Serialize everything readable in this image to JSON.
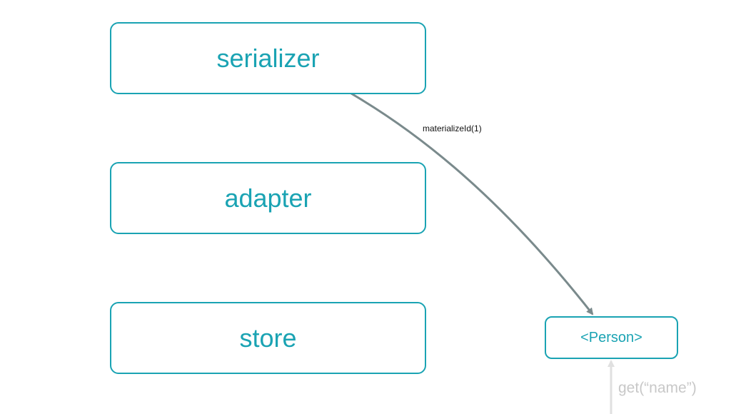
{
  "diagram": {
    "nodes": [
      {
        "id": "serializer",
        "label": "serializer"
      },
      {
        "id": "adapter",
        "label": "adapter"
      },
      {
        "id": "store",
        "label": "store"
      },
      {
        "id": "person",
        "label": "<Person>"
      }
    ],
    "edges": [
      {
        "from": "serializer",
        "to": "person",
        "label": "materializeId(1)"
      },
      {
        "from": "external",
        "to": "person",
        "label": "get(“name”)"
      }
    ]
  },
  "colors": {
    "node_border": "#1aa3b3",
    "node_text": "#1aa3b3",
    "edge_primary": "#7a8a8c",
    "edge_secondary": "#e0e0e0",
    "edge_label_primary": "#111111",
    "edge_label_secondary": "#c8c8c8",
    "background": "#ffffff"
  }
}
